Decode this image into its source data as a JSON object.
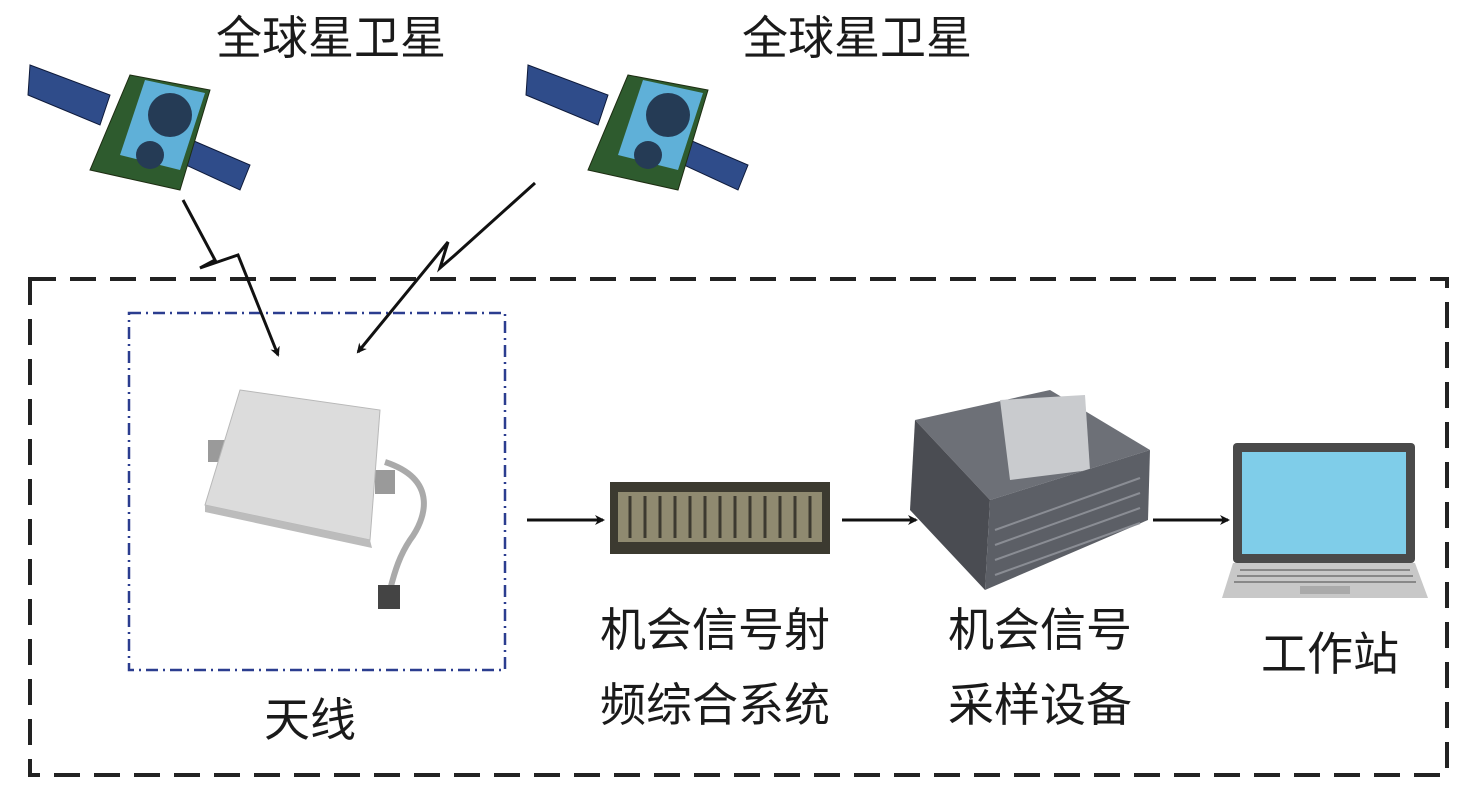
{
  "satellites": [
    {
      "label": "全球星卫星"
    },
    {
      "label": "全球星卫星"
    }
  ],
  "antenna": {
    "label": "天线"
  },
  "rf_system": {
    "label_line1": "机会信号射",
    "label_line2": "频综合系统"
  },
  "sampler": {
    "label_line1": "机会信号",
    "label_line2": "采样设备"
  },
  "workstation": {
    "label": "工作站"
  },
  "colors": {
    "outer_box": "#222222",
    "antenna_box": "#2b3d8f",
    "arrow": "#111111"
  }
}
